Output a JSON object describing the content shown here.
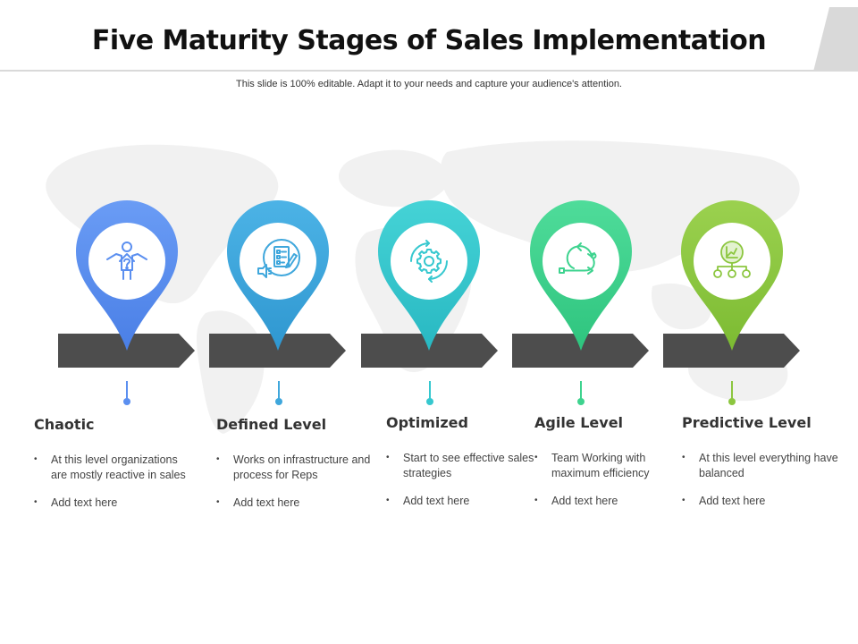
{
  "header": {
    "title": "Five Maturity Stages of Sales Implementation",
    "subtitle": "This slide is 100% editable. Adapt it to your needs and capture your audience's attention."
  },
  "stages": [
    {
      "title": "Chaotic",
      "color": "#5b8ff0",
      "icon": "confused-person-icon",
      "bullets": [
        "At this level organizations are mostly reactive in sales",
        "Add text here"
      ]
    },
    {
      "title": "Defined Level",
      "color": "#3fa7dc",
      "icon": "checklist-clipboard-icon",
      "bullets": [
        "Works on infrastructure and process for Reps",
        "Add text here"
      ]
    },
    {
      "title": "Optimized",
      "color": "#36c8cf",
      "icon": "gear-cycle-icon",
      "bullets": [
        "Start to see effective sales strategies",
        "Add text here"
      ]
    },
    {
      "title": "Agile Level",
      "color": "#3ed38f",
      "icon": "agile-loop-icon",
      "bullets": [
        "Team Working with maximum efficiency",
        "Add text here"
      ]
    },
    {
      "title": "Predictive Level",
      "color": "#8cc63f",
      "icon": "predictive-chart-icon",
      "bullets": [
        "At this level everything have balanced",
        "Add text here"
      ]
    }
  ],
  "colors": {
    "arrow": "#4d4d4d",
    "rule": "#d9d9d9",
    "map": "#f2f2f2"
  }
}
